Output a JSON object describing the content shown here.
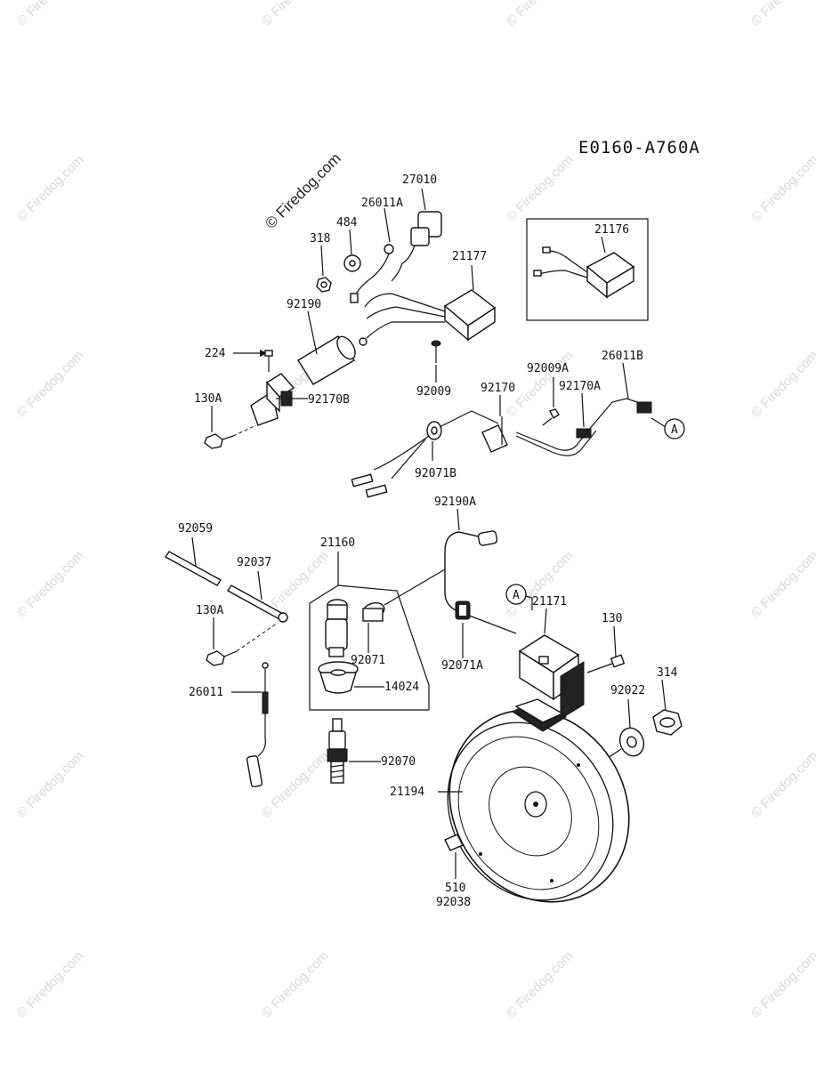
{
  "diagram_code": "E0160-A760A",
  "watermark": "© Firedog.com",
  "callout_ref": "A",
  "part_labels": {
    "p27010": "27010",
    "p26011A": "26011A",
    "p484": "484",
    "p318": "318",
    "p21177": "21177",
    "p21176": "21176",
    "p92190": "92190",
    "p224": "224",
    "p130A_top": "130A",
    "p92170B": "92170B",
    "p92009": "92009",
    "p92009A": "92009A",
    "p26011B": "26011B",
    "p92170": "92170",
    "p92170A": "92170A",
    "p92071B": "92071B",
    "p92190A": "92190A",
    "p92059": "92059",
    "p92037": "92037",
    "p21160": "21160",
    "p130A_mid": "130A",
    "p21171": "21171",
    "p130": "130",
    "p92071": "92071",
    "p92071A": "92071A",
    "p314": "314",
    "p92022": "92022",
    "p26011": "26011",
    "p14024": "14024",
    "p92070": "92070",
    "p21194": "21194",
    "p510": "510",
    "p92038": "92038"
  }
}
